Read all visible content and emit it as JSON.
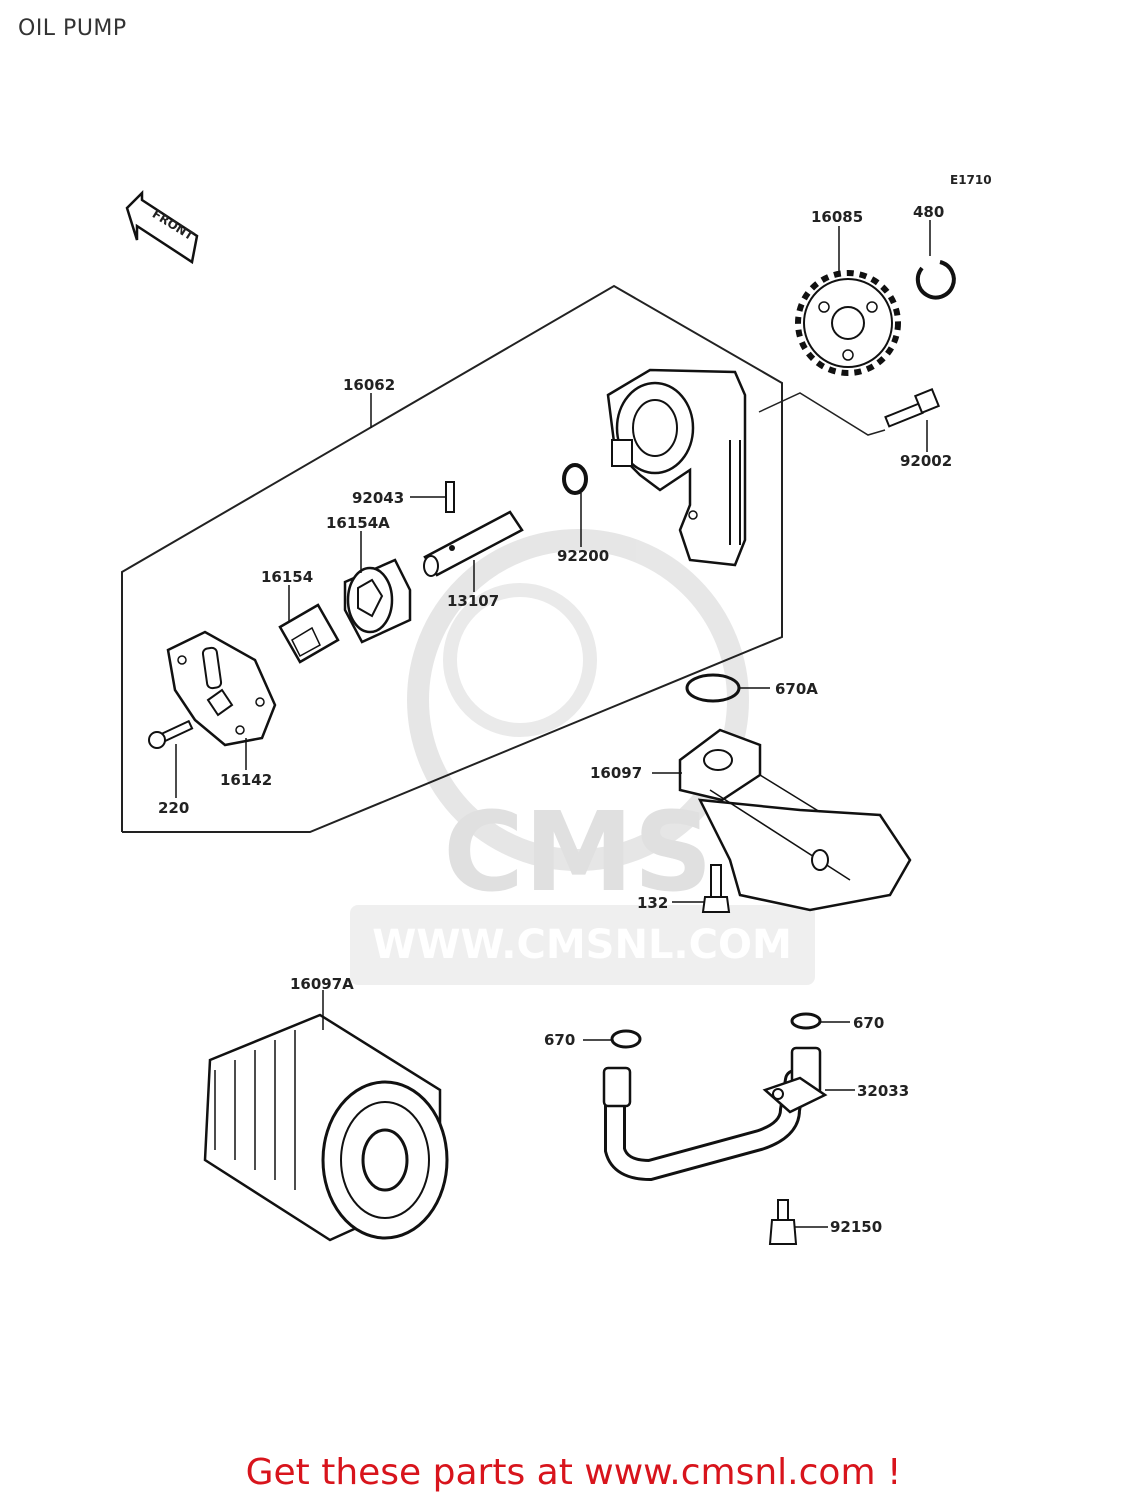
{
  "title": "OIL PUMP",
  "diagram_code": "E1710",
  "front_label": "FRONT",
  "watermark": {
    "brand": "CMS",
    "url": "WWW.CMSNL.COM"
  },
  "labels": {
    "p16085": "16085",
    "p480": "480",
    "p16062": "16062",
    "p92002": "92002",
    "p92043": "92043",
    "p16154A": "16154A",
    "p92200": "92200",
    "p16154": "16154",
    "p13107": "13107",
    "p670A": "670A",
    "p16097": "16097",
    "p16142": "16142",
    "p220": "220",
    "p132": "132",
    "p16097A": "16097A",
    "p670_left": "670",
    "p670_right": "670",
    "p32033": "32033",
    "p92150": "92150"
  },
  "footer": "Get these parts at www.cmsnl.com !"
}
